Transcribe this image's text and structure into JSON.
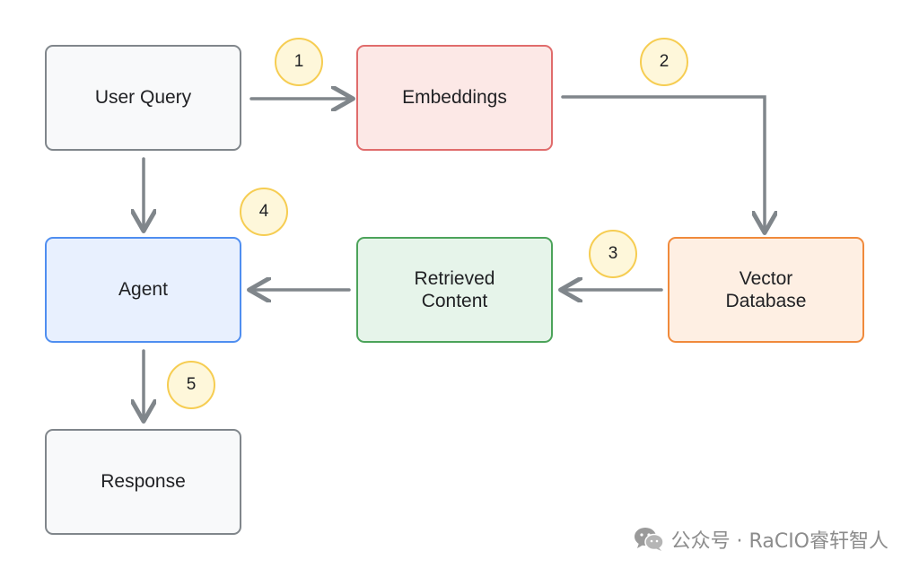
{
  "nodes": {
    "user_query": {
      "label": "User Query",
      "fill": "#f8f9fa",
      "border": "#80868b"
    },
    "embeddings": {
      "label": "Embeddings",
      "fill": "#fce8e6",
      "border": "#e06c6c"
    },
    "vector_database": {
      "label": "Vector\nDatabase",
      "fill": "#feefe3",
      "border": "#f08a3c"
    },
    "retrieved_content": {
      "label": "Retrieved\nContent",
      "fill": "#e6f4ea",
      "border": "#4ca35a"
    },
    "agent": {
      "label": "Agent",
      "fill": "#e8f0fe",
      "border": "#4f8ef0"
    },
    "response": {
      "label": "Response",
      "fill": "#f8f9fa",
      "border": "#80868b"
    }
  },
  "steps": [
    "1",
    "2",
    "3",
    "4",
    "5"
  ],
  "arrow_color": "#80868b",
  "step_badge": {
    "fill": "#fef7da",
    "border": "#f6cd52"
  },
  "watermark": {
    "icon": "wechat-icon",
    "text": "公众号 · RaCIO睿轩智人"
  }
}
